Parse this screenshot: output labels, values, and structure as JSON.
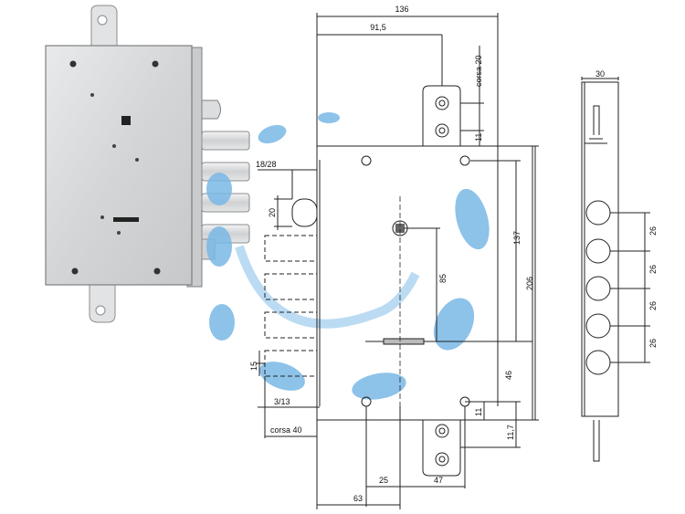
{
  "dimensions": {
    "width_136": "136",
    "width_91_5": "91,5",
    "corsa_20": "corsa 20",
    "d_11_top": "11",
    "d_18_28": "18/28",
    "d_20": "20",
    "d_137": "137",
    "d_206": "206",
    "d_85": "85",
    "d_46": "46",
    "d_15": "15",
    "d_3_13": "3/13",
    "corsa_40": "corsa 40",
    "d_11_bottom": "11",
    "d_11_7": "11,7",
    "d_25": "25",
    "d_47": "47",
    "d_63": "63",
    "side_30": "30",
    "pitch_labels": [
      "26",
      "26",
      "26",
      "26"
    ]
  },
  "colors": {
    "watermark": "#7ab8e6",
    "line": "#222222",
    "photo_body": "#d9dadb",
    "photo_bolt": "#e4e5e6"
  }
}
